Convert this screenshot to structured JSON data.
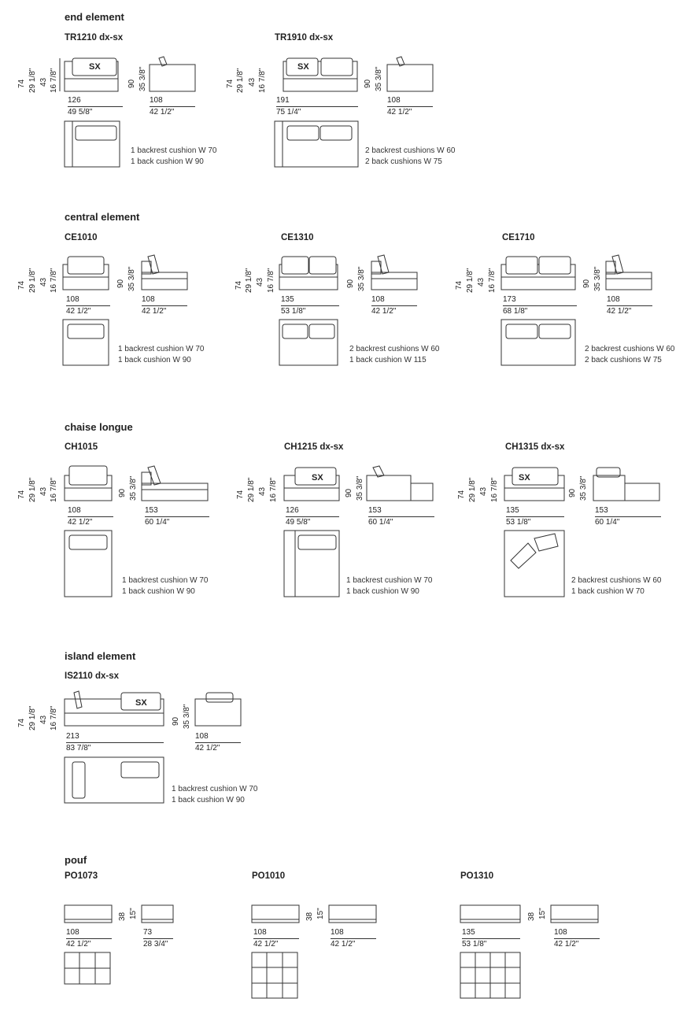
{
  "sections": {
    "end": {
      "title": "end element"
    },
    "central": {
      "title": "central element"
    },
    "chaise": {
      "title": "chaise longue"
    },
    "island": {
      "title": "island element"
    },
    "pouf": {
      "title": "pouf"
    }
  },
  "heights": {
    "h74": "74",
    "h74in": "29 1/8\"",
    "h43": "43",
    "h43in": "16 7/8\"",
    "h90": "90",
    "h90in": "35 3/8\"",
    "h38": "38",
    "h38in": "15\""
  },
  "sx": "SX",
  "modules": {
    "TR1210": {
      "name": "TR1210 dx-sx",
      "w": "126",
      "win": "49 5/8\"",
      "d": "108",
      "din": "42 1/2\"",
      "n1": "1 backrest cushion W 70",
      "n2": "1 back cushion W 90"
    },
    "TR1910": {
      "name": "TR1910 dx-sx",
      "w": "191",
      "win": "75 1/4\"",
      "d": "108",
      "din": "42 1/2\"",
      "n1": "2 backrest cushions W 60",
      "n2": "2 back cushions W 75"
    },
    "CE1010": {
      "name": "CE1010",
      "w": "108",
      "win": "42 1/2\"",
      "d": "108",
      "din": "42 1/2\"",
      "n1": "1 backrest cushion W 70",
      "n2": "1 back cushion W 90"
    },
    "CE1310": {
      "name": "CE1310",
      "w": "135",
      "win": "53 1/8\"",
      "d": "108",
      "din": "42 1/2\"",
      "n1": "2 backrest cushions W 60",
      "n2": "1 back cushion W 115"
    },
    "CE1710": {
      "name": "CE1710",
      "w": "173",
      "win": "68 1/8\"",
      "d": "108",
      "din": "42 1/2\"",
      "n1": "2 backrest cushions W 60",
      "n2": "2 back cushions W 75"
    },
    "CH1015": {
      "name": "CH1015",
      "w": "108",
      "win": "42 1/2\"",
      "d": "153",
      "din": "60 1/4\"",
      "n1": "1 backrest cushion W 70",
      "n2": "1 back cushion W 90"
    },
    "CH1215": {
      "name": "CH1215 dx-sx",
      "w": "126",
      "win": "49 5/8\"",
      "d": "153",
      "din": "60 1/4\"",
      "n1": "1 backrest cushion W 70",
      "n2": "1 back cushion W 90"
    },
    "CH1315": {
      "name": "CH1315 dx-sx",
      "w": "135",
      "win": "53 1/8\"",
      "d": "153",
      "din": "60 1/4\"",
      "n1": "2 backrest cushions W 60",
      "n2": "1 back cushion W 70"
    },
    "IS2110": {
      "name": "IS2110 dx-sx",
      "w": "213",
      "win": "83 7/8\"",
      "d": "108",
      "din": "42 1/2\"",
      "n1": "1 backrest cushion W 70",
      "n2": "1 back cushion W 90"
    },
    "PO1073": {
      "name": "PO1073",
      "w": "108",
      "win": "42 1/2\"",
      "d": "73",
      "din": "28 3/4\""
    },
    "PO1010": {
      "name": "PO1010",
      "w": "108",
      "win": "42 1/2\"",
      "d": "108",
      "din": "42 1/2\""
    },
    "PO1310": {
      "name": "PO1310",
      "w": "135",
      "win": "53 1/8\"",
      "d": "108",
      "din": "42 1/2\""
    }
  }
}
